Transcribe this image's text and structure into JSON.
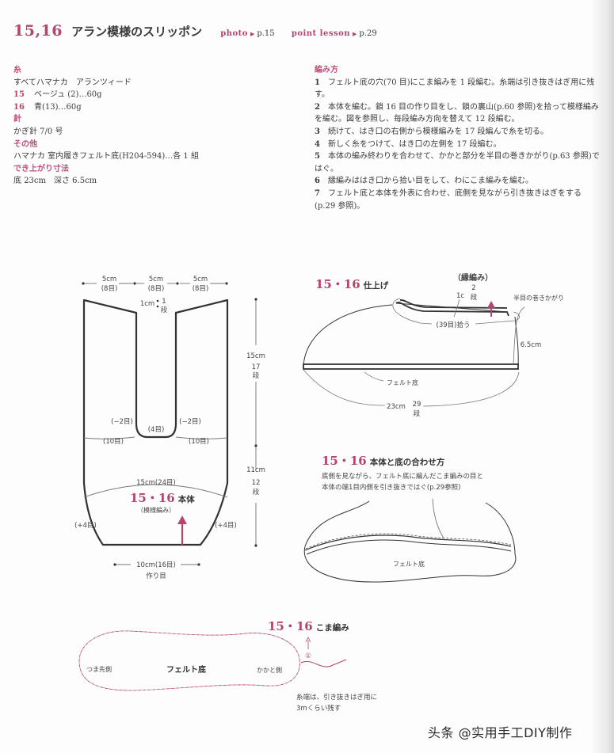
{
  "header": {
    "pattern_number": "15,16",
    "title": "アラン模様のスリッポン",
    "photo_label": "photo",
    "photo_page": "p.15",
    "lesson_label": "point lesson",
    "lesson_page": "p.29"
  },
  "materials": {
    "yarn_heading": "糸",
    "yarn_brand": "すべてハマナカ　アランツィード",
    "yarn_items": [
      {
        "num": "15",
        "text": "ベージュ (2)…60g"
      },
      {
        "num": "16",
        "text": "青(13)…60g"
      }
    ],
    "needle_heading": "針",
    "needle": "かぎ針 7/0 号",
    "other_heading": "その他",
    "other": "ハマナカ 室内履きフェルト底(H204-594)…各 1 組",
    "size_heading": "でき上がり寸法",
    "size": "底 23cm　深さ 6.5cm"
  },
  "instructions": {
    "heading": "編み方",
    "steps": [
      {
        "n": "1",
        "text": "フェルト底の穴(70 目)にこま編みを 1 段編む。糸端は引き抜きはぎ用に残す。"
      },
      {
        "n": "2",
        "text": "本体を編む。鎖 16 目の作り目をし、鎖の裏山(p.60 参照)を拾って模様編みを編む。図を参照し、毎段編み方向を替えて 12 段編む。"
      },
      {
        "n": "3",
        "text": "続けて、はき口の右側から模様編みを 17 段編んで糸を切る。"
      },
      {
        "n": "4",
        "text": "新しく糸をつけて、はき口の左側を 17 段編む。"
      },
      {
        "n": "5",
        "text": "本体の編み終わりを合わせて、かかと部分を半目の巻きかがり(p.63 参照)ではぐ。"
      },
      {
        "n": "6",
        "text": "縁編みははき口から拾い目をして、わにこま編みを編む。"
      },
      {
        "n": "7",
        "text": "フェルト底と本体を外表に合わせ、底側を見ながら引き抜きはぎをする(p.29 参照)。"
      }
    ]
  },
  "body_diagram": {
    "title_num": "15・16",
    "title": "本体",
    "subtitle": "（模様編み）",
    "top_widths": [
      {
        "cm": "5cm",
        "sts": "(8目)"
      },
      {
        "cm": "5cm",
        "sts": "(8目)"
      },
      {
        "cm": "5cm",
        "sts": "(8目)"
      }
    ],
    "slope_cm": "1cm",
    "slope_rows": "1",
    "rows_unit": "段",
    "upper_height_cm": "15cm",
    "upper_rows": "17",
    "lower_height_cm": "11cm",
    "lower_rows": "12",
    "dec_left": "(−2目)",
    "dec_right": "(−2目)",
    "center_sts": "(4目)",
    "side_left": "(10目)",
    "side_right": "(10目)",
    "mid_width": "15cm(24目)",
    "inc_left": "(+4目)",
    "inc_right": "(+4目)",
    "base_width": "10cm(16目)",
    "base_label": "作り目"
  },
  "finish_diagram": {
    "title_num": "15・16",
    "title": "仕上げ",
    "edging_label": "（縁編み）",
    "edging_height": "1c",
    "edging_rows": "2",
    "pickup_label": "(39目)拾う",
    "seam_label": "半目の巻きかがり",
    "height": "6.5cm",
    "sole_label": "フェルト底",
    "length_cm": "23cm",
    "length_rows": "29"
  },
  "join_diagram": {
    "title_num": "15・16",
    "title": "本体と底の合わせ方",
    "note_line1": "底側を見ながら、フェルト底に編んだこま編みの目と",
    "note_line2": "本体の端1目内側を引き抜きではぐ(p.29参照)",
    "sole_label": "フェルト底"
  },
  "sc_diagram": {
    "title_num": "15・16",
    "title": "こま編み",
    "toe_label": "つま先側",
    "sole_label": "フェルト底",
    "heel_label": "かかと側",
    "round_marker": "①",
    "tail_note_line1": "糸端は、引き抜きはぎ用に",
    "tail_note_line2": "3mくらい残す"
  },
  "watermark": "头条 @实用手工DIY制作",
  "colors": {
    "accent": "#b3466f",
    "text": "#3a3a3a",
    "line": "#333333"
  }
}
